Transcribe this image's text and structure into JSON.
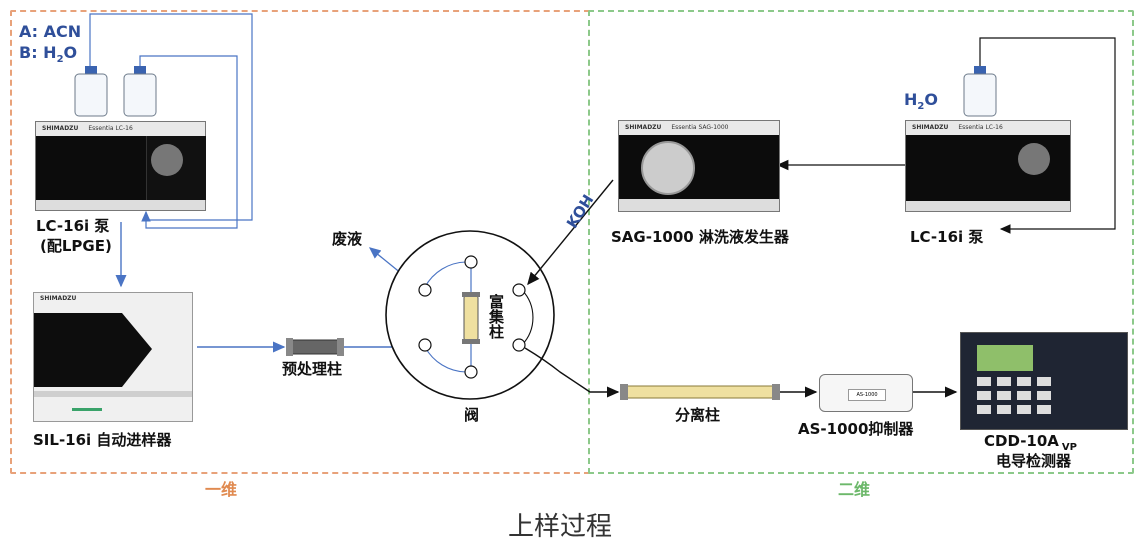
{
  "page": {
    "caption": "上样过程"
  },
  "regions": {
    "dim1": {
      "label": "一维",
      "color": "#e8a27a"
    },
    "dim2": {
      "label": "二维",
      "color": "#8cc98a"
    }
  },
  "solvents": {
    "a": "A: ACN",
    "b_prefix": "B: H",
    "b_sub": "2",
    "b_suffix": "O"
  },
  "h2o": {
    "prefix": "H",
    "sub": "2",
    "suffix": "O"
  },
  "labels": {
    "pump1_line1": "LC-16i 泵",
    "pump1_line2": "(配LPGE)",
    "autosampler": "SIL-16i 自动进样器",
    "pretreat": "预处理柱",
    "waste": "废液",
    "enrich": "富集柱",
    "valve": "阀",
    "koh": "KOH",
    "eluent_gen": "SAG-1000 淋洗液发生器",
    "pump2": "LC-16i 泵",
    "sep_column": "分离柱",
    "suppressor": "AS-1000抑制器",
    "detector_main": "CDD-10A",
    "detector_sub": "VP",
    "detector_line2": "电导检测器"
  },
  "device_text": {
    "brand": "SHIMADZU",
    "pump_model": "Essentia LC-16",
    "sag_model": "Essentia SAG-1000",
    "suppressor_model": "AS-1000"
  },
  "colors": {
    "flow_blue": "#4a74c4",
    "line_black": "#111111",
    "column_yellow": "#efe0a0"
  }
}
